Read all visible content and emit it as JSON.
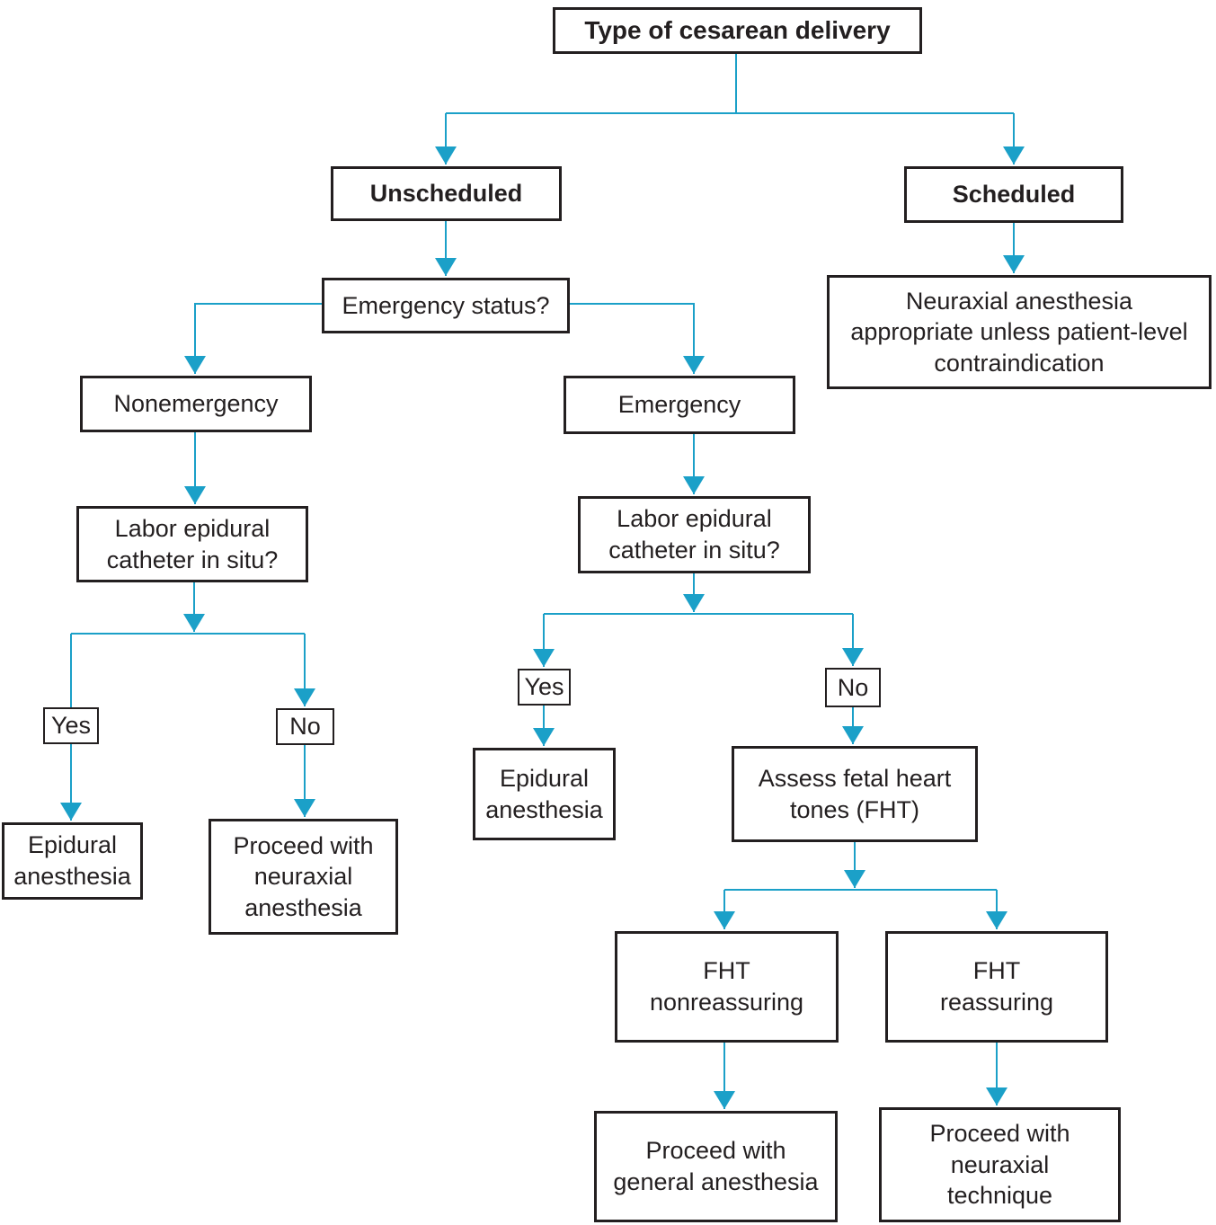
{
  "diagram": {
    "title": "Type of cesarean delivery",
    "accent_color": "#1BA0C8",
    "border_color": "#231F20",
    "nodes": {
      "root": {
        "label": "Type of cesarean delivery"
      },
      "unscheduled": {
        "label": "Unscheduled"
      },
      "scheduled": {
        "label": "Scheduled"
      },
      "neuraxial_appropriate": {
        "label": "Neuraxial anesthesia\nappropriate unless patient-level\ncontraindication"
      },
      "emergency_status": {
        "label": "Emergency status?"
      },
      "nonemergency": {
        "label": "Nonemergency"
      },
      "emergency": {
        "label": "Emergency"
      },
      "labor_epidural_left": {
        "label": "Labor epidural\ncatheter in situ?"
      },
      "yes_left": {
        "label": "Yes"
      },
      "no_left": {
        "label": "No"
      },
      "epidural_anesthesia_left": {
        "label": "Epidural\nanesthesia"
      },
      "proceed_neuraxial_anesthesia": {
        "label": "Proceed with\nneuraxial\nanesthesia"
      },
      "labor_epidural_right": {
        "label": "Labor epidural\ncatheter in situ?"
      },
      "yes_right": {
        "label": "Yes"
      },
      "no_right": {
        "label": "No"
      },
      "epidural_anesthesia_right": {
        "label": "Epidural\nanesthesia"
      },
      "assess_fht": {
        "label": "Assess fetal heart\ntones (FHT)"
      },
      "fht_nonreassuring": {
        "label": "FHT\nnonreassuring"
      },
      "fht_reassuring": {
        "label": "FHT\nreassuring"
      },
      "proceed_general_anesthesia": {
        "label": "Proceed with\ngeneral anesthesia"
      },
      "proceed_neuraxial_technique": {
        "label": "Proceed with\nneuraxial\ntechnique"
      }
    }
  }
}
